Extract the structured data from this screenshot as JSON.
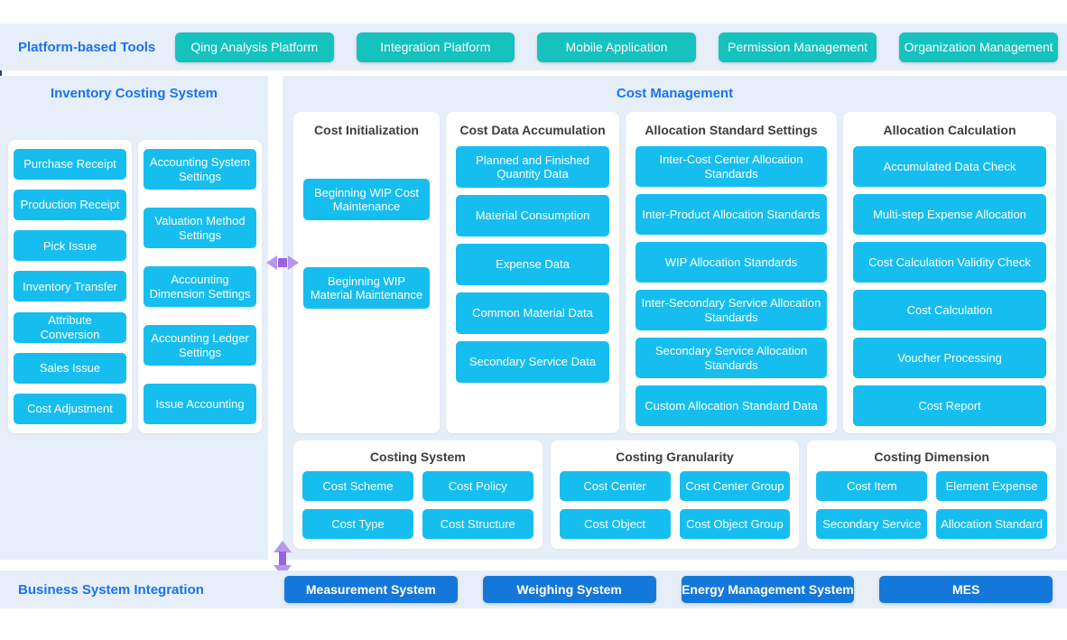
{
  "top_bar": {
    "title": "Platform-based Tools",
    "buttons": [
      "Qing Analysis Platform",
      "Integration Platform",
      "Mobile Application",
      "Permission Management",
      "Organization Management"
    ]
  },
  "inventory_panel": {
    "title": "Inventory Costing System",
    "transaction_buttons": [
      "Purchase Receipt",
      "Production Receipt",
      "Pick Issue",
      "Inventory Transfer",
      "Attribute Conversion",
      "Sales Issue",
      "Cost Adjustment"
    ],
    "settings_buttons": [
      "Accounting System Settings",
      "Valuation Method Settings",
      "Accounting Dimension Settings",
      "Accounting Ledger Settings",
      "Issue Accounting"
    ]
  },
  "cost_management": {
    "title": "Cost Management",
    "columns": [
      {
        "header": "Cost Initialization",
        "buttons": [
          "Beginning WIP Cost Maintenance",
          "Beginning WIP Material Maintenance"
        ]
      },
      {
        "header": "Cost Data Accumulation",
        "buttons": [
          "Planned and Finished Quantity Data",
          "Material Consumption",
          "Expense Data",
          "Common Material Data",
          "Secondary Service Data"
        ]
      },
      {
        "header": "Allocation Standard Settings",
        "buttons": [
          "Inter-Cost Center Allocation Standards",
          "Inter-Product Allocation Standards",
          "WIP Allocation Standards",
          "Inter-Secondary Service Allocation Standards",
          "Secondary Service Allocation Standards",
          "Custom Allocation Standard Data"
        ]
      },
      {
        "header": "Allocation Calculation",
        "buttons": [
          "Accumulated Data Check",
          "Multi-step Expense Allocation",
          "Cost Calculation Validity Check",
          "Cost Calculation",
          "Voucher Processing",
          "Cost Report"
        ]
      }
    ],
    "foundation_sections": [
      {
        "header": "Costing System",
        "buttons": [
          "Cost Scheme",
          "Cost Policy",
          "Cost Type",
          "Cost Structure"
        ]
      },
      {
        "header": "Costing Granularity",
        "buttons": [
          "Cost Center",
          "Cost Center Group",
          "Cost Object",
          "Cost Object Group"
        ]
      },
      {
        "header": "Costing Dimension",
        "buttons": [
          "Cost Item",
          "Element Expense",
          "Secondary Service",
          "Allocation Standard"
        ]
      }
    ]
  },
  "bottom_bar": {
    "title": "Business System Integration",
    "buttons": [
      "Measurement System",
      "Weighing System",
      "Energy Management System",
      "MES"
    ]
  },
  "colors": {
    "teal_button": "#15C2BD",
    "cyan_button": "#16BEF0",
    "dark_blue_button": "#1478DB",
    "title_text_blue": "#1C71F2",
    "panel_background": "#E6EFF9",
    "section_header_text": "#3D3D3D",
    "arrow_purple_light": "#B795F0",
    "arrow_purple_dark": "#9C62E3"
  }
}
